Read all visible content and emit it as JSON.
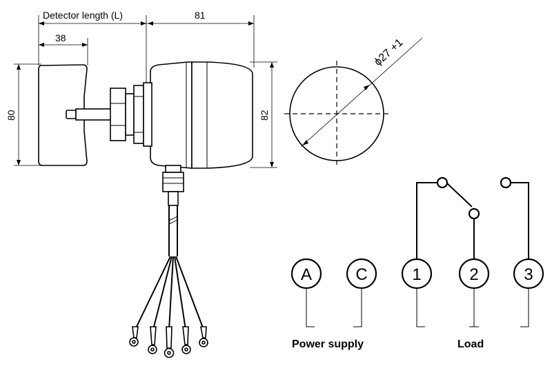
{
  "dimensions": {
    "detector_length": "Detector length (L)",
    "blade_width": "38",
    "housing_length": "81",
    "blade_height": "80",
    "housing_height": "82",
    "mounting_hole": "ϕ27 +1"
  },
  "terminals": [
    "A",
    "C",
    "1",
    "2",
    "3"
  ],
  "groups": {
    "power_supply": "Power supply",
    "load": "Load"
  }
}
